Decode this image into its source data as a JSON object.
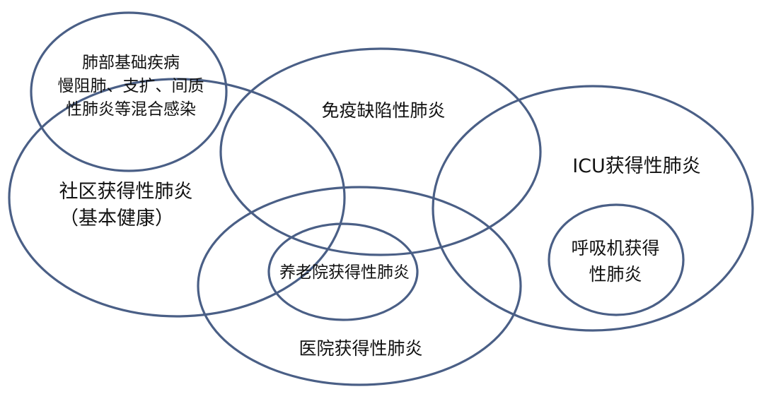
{
  "colors": {
    "outline": "#4a5f86",
    "text": "#111111",
    "background": "#ffffff"
  },
  "regions": {
    "underlying_lung_disease": {
      "line1": "肺部基础疾病",
      "line2": "慢阻肺、支扩、间质",
      "line3": "性肺炎等混合感染"
    },
    "community_acquired": {
      "line1": "社区获得性肺炎",
      "line2": "（基本健康）"
    },
    "immunodeficiency": {
      "line1": "免疫缺陷性肺炎"
    },
    "icu_acquired": {
      "line1": "ICU获得性肺炎"
    },
    "ventilator_associated": {
      "line1": "呼吸机获得",
      "line2": "性肺炎"
    },
    "nursing_home_acquired": {
      "line1": "养老院获得性肺炎"
    },
    "hospital_acquired": {
      "line1": "医院获得性肺炎"
    }
  }
}
